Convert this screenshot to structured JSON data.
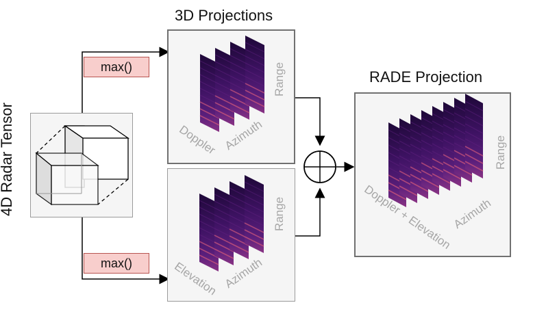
{
  "tensor_label": "4D Radar Tensor",
  "ops": {
    "top": "max()",
    "bottom": "max()"
  },
  "projections_title": "3D Projections",
  "projection_top": {
    "axis_depth": "Doppler",
    "axis_width": "Azimuth",
    "axis_height": "Range"
  },
  "projection_bottom": {
    "axis_depth": "Elevation",
    "axis_width": "Azimuth",
    "axis_height": "Range"
  },
  "rade_title": "RADE Projection",
  "rade": {
    "axis_depth": "Doppler + Elevation",
    "axis_width": "Azimuth",
    "axis_height": "Range"
  },
  "colors": {
    "op_fill": "#f8cecc",
    "op_border": "#b85450",
    "panel_fill": "#f5f5f5",
    "heatmap_dark": "#2a0a4a",
    "heatmap_mid": "#5a1e7a",
    "heatmap_hot": "#c0507a"
  }
}
